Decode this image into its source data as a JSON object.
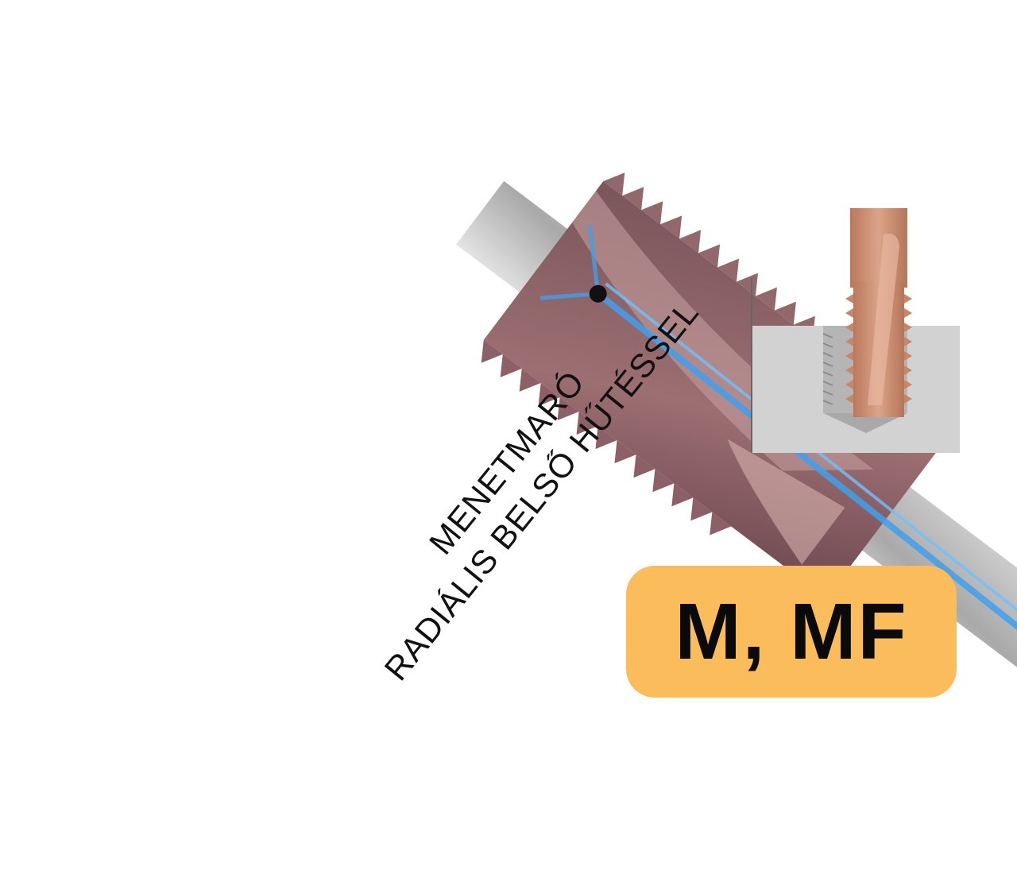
{
  "caption": {
    "line1": "MENETMARÓ",
    "line2": "RADIÁLIS BELSŐ HŰTÉSSEL"
  },
  "badge": {
    "label": "M, MF",
    "color": "#fbbd5b"
  },
  "colors": {
    "tool_coating": "#8a5e62",
    "shank": "#b8b8b8",
    "coolant": "#3fa0ef",
    "workpiece": "#d2d2d2",
    "diagram_tool": "#c98f72"
  }
}
